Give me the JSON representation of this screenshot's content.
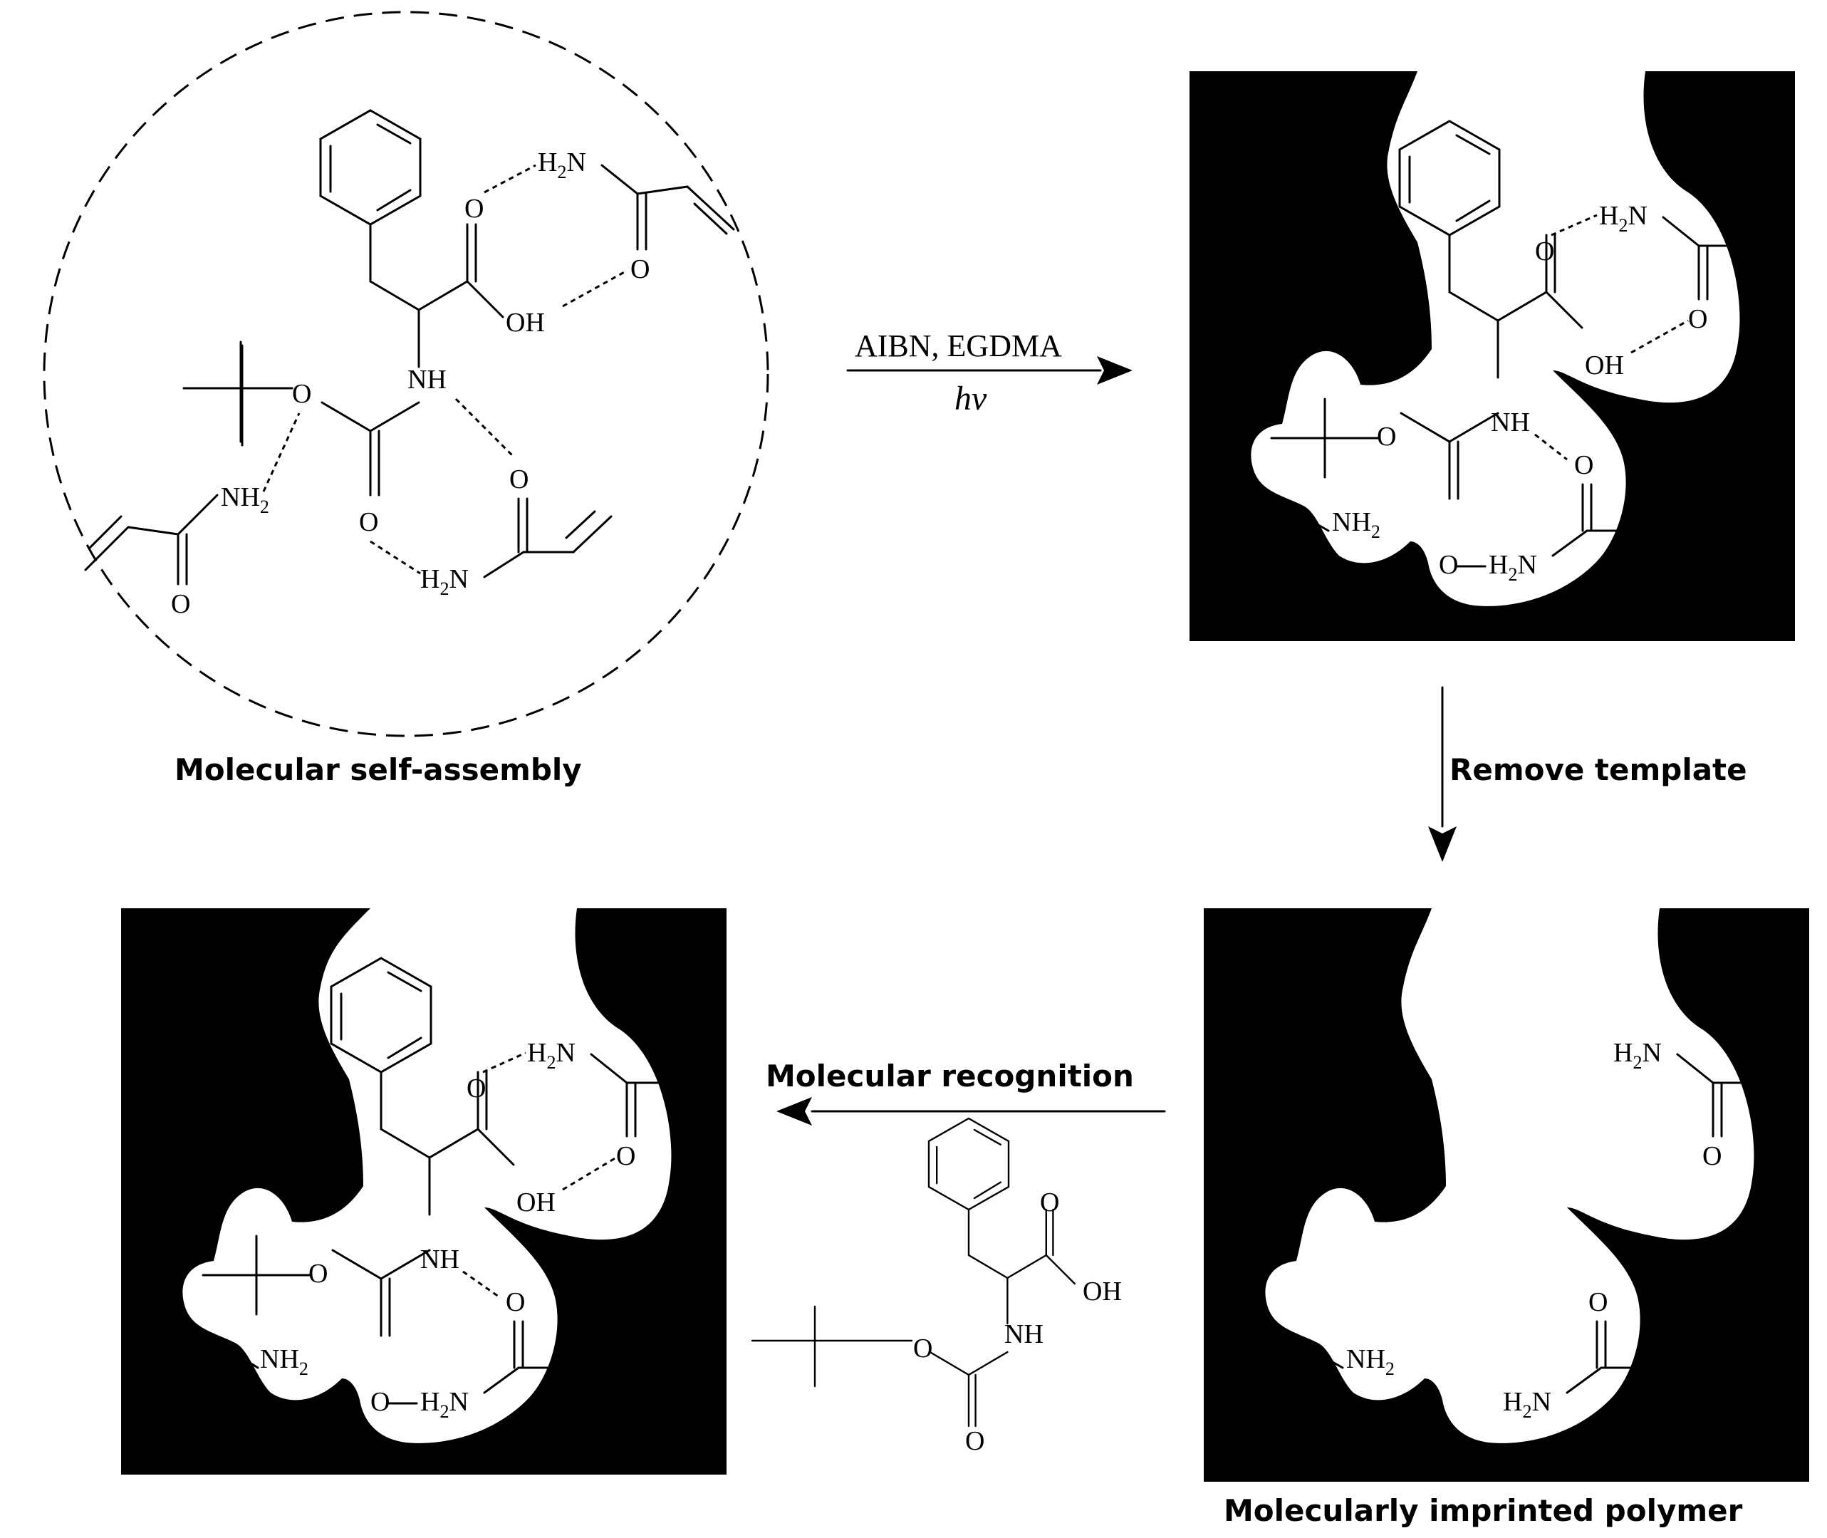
{
  "captions": {
    "self_assembly": "Molecular self-assembly",
    "remove_template": "Remove template",
    "recognition": "Molecular recognition",
    "mip": "Molecularly imprinted polymer"
  },
  "conditions": {
    "reagents": "AIBN, EGDMA",
    "light": "hv"
  },
  "atoms": {
    "O": "O",
    "OH": "OH",
    "NH": "NH",
    "H": "H",
    "N": "N",
    "NH_sym": "NH",
    "sub2": "2"
  },
  "colors": {
    "polymer": "#000000",
    "cavity": "#ffffff",
    "line": "#000000"
  }
}
